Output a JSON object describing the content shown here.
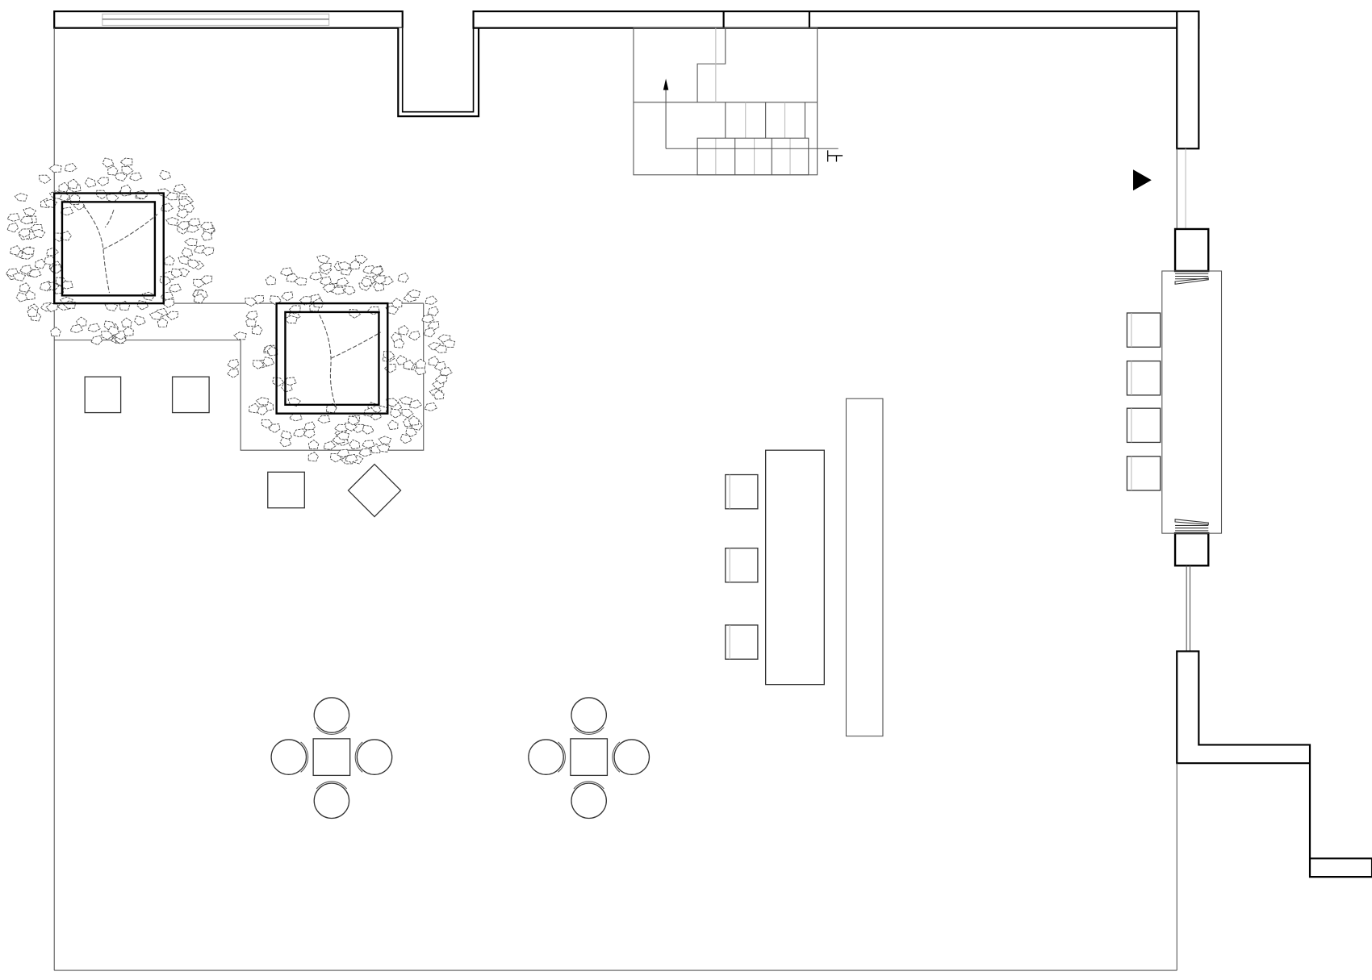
{
  "drawing": {
    "type": "floor-plan",
    "colors": {
      "line": "#000000",
      "thin_line": "#555555",
      "light_line": "#bbbbbb",
      "background": "#ffffff"
    },
    "entrance_marker": "triangle-arrow",
    "stair_direction": "up-arrow",
    "furniture": {
      "round_tables": 2,
      "chairs_per_table": 4,
      "bar_stools": 3,
      "counter_stools": 4,
      "cube_seats": 4,
      "tree_planters": 2
    }
  }
}
